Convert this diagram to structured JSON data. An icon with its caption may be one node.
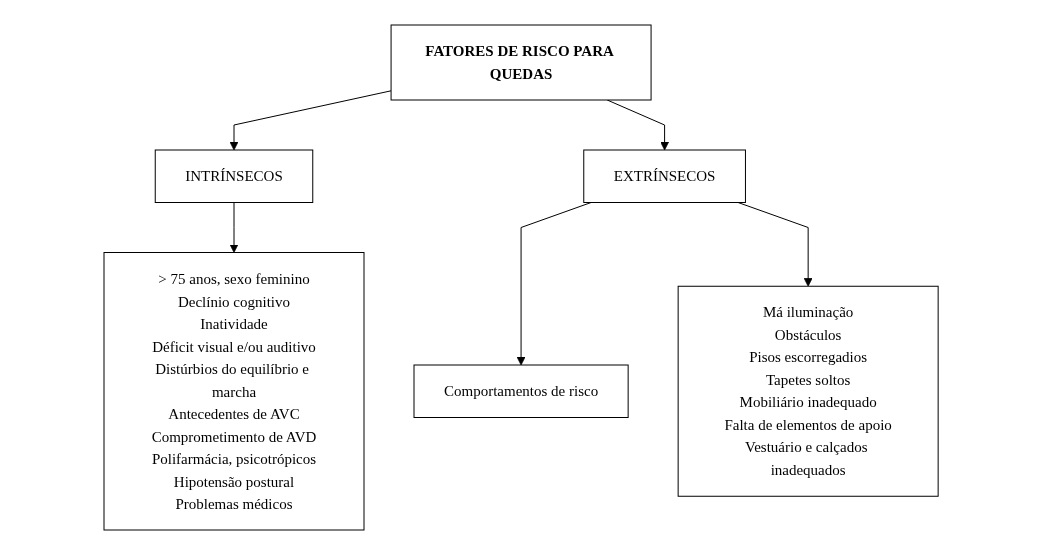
{
  "diagram": {
    "nodes": [
      {
        "text": [
          "FATORES DE RISCO PARA QUEDAS"
        ]
      },
      {
        "text": [
          "INTRÍNSECOS"
        ]
      },
      {
        "text": [
          "EXTRÍNSECOS"
        ]
      },
      {
        "text": [
          "> 75 anos, sexo feminino",
          "Declínio cognitivo",
          "Inatividade",
          "Déficit visual e/ou auditivo",
          "Distúrbios do equilíbrio e marcha",
          "Antecedentes de AVC",
          "Comprometimento de AVD",
          "Polifarmácia, psicotrópicos",
          "Hipotensão postural",
          "Problemas médicos"
        ]
      },
      {
        "text": [
          "Comportamentos de risco"
        ]
      },
      {
        "text": [
          "Má iluminação",
          "Obstáculos",
          "Pisos escorregadios",
          "Tapetes soltos",
          "Mobiliário inadequado",
          "Falta de elementos de apoio",
          "Vestuário e calçados inadequados"
        ]
      }
    ],
    "edges": [
      {
        "from": 0,
        "to": 1,
        "arrow": "to"
      },
      {
        "from": 0,
        "to": 2,
        "arrow": "to"
      },
      {
        "from": 1,
        "to": 3,
        "arrow": "to"
      },
      {
        "from": 2,
        "to": 4,
        "arrow": "to"
      },
      {
        "from": 2,
        "to": 5,
        "arrow": "to"
      }
    ]
  }
}
